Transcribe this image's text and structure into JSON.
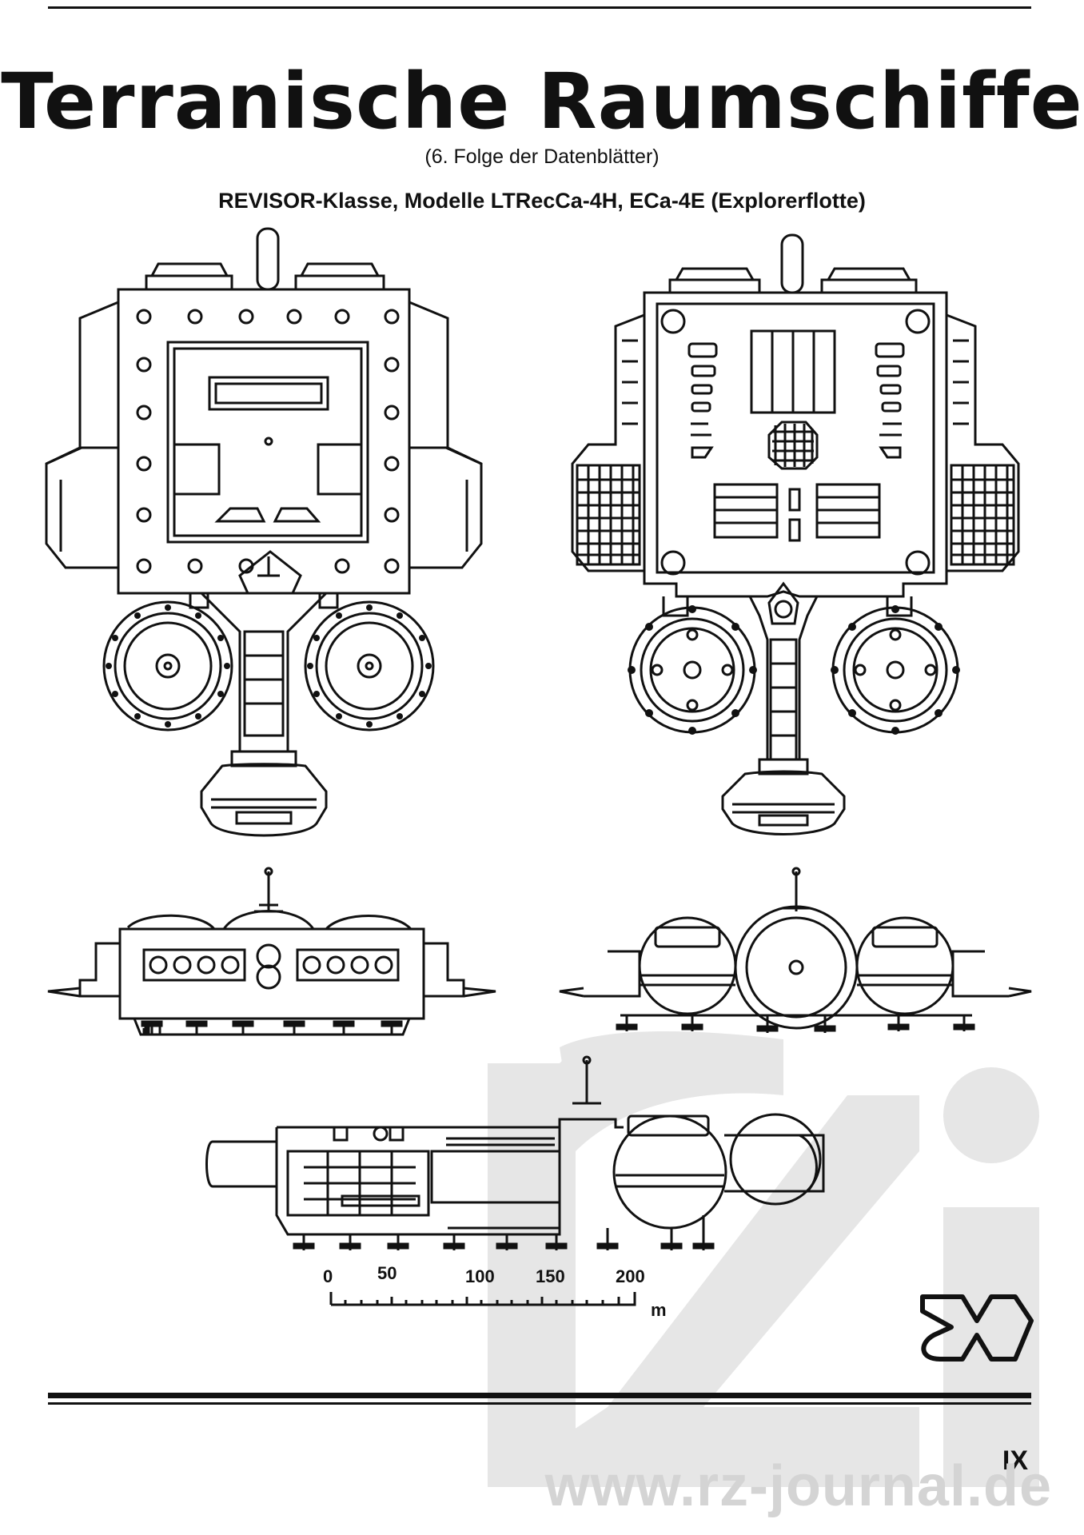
{
  "page": {
    "title": "Terranische Raumschiffe",
    "subtitle": "(6. Folge der Datenblätter)",
    "heading": "REVISOR-Klasse, Modelle LTRecCa-4H, ECa-4E (Explorerflotte)",
    "page_number": "IX"
  },
  "scale": {
    "ticks": [
      "0",
      "50",
      "100",
      "150",
      "200"
    ],
    "unit": "m"
  },
  "watermark": {
    "url": "www.rz-journal.de"
  }
}
